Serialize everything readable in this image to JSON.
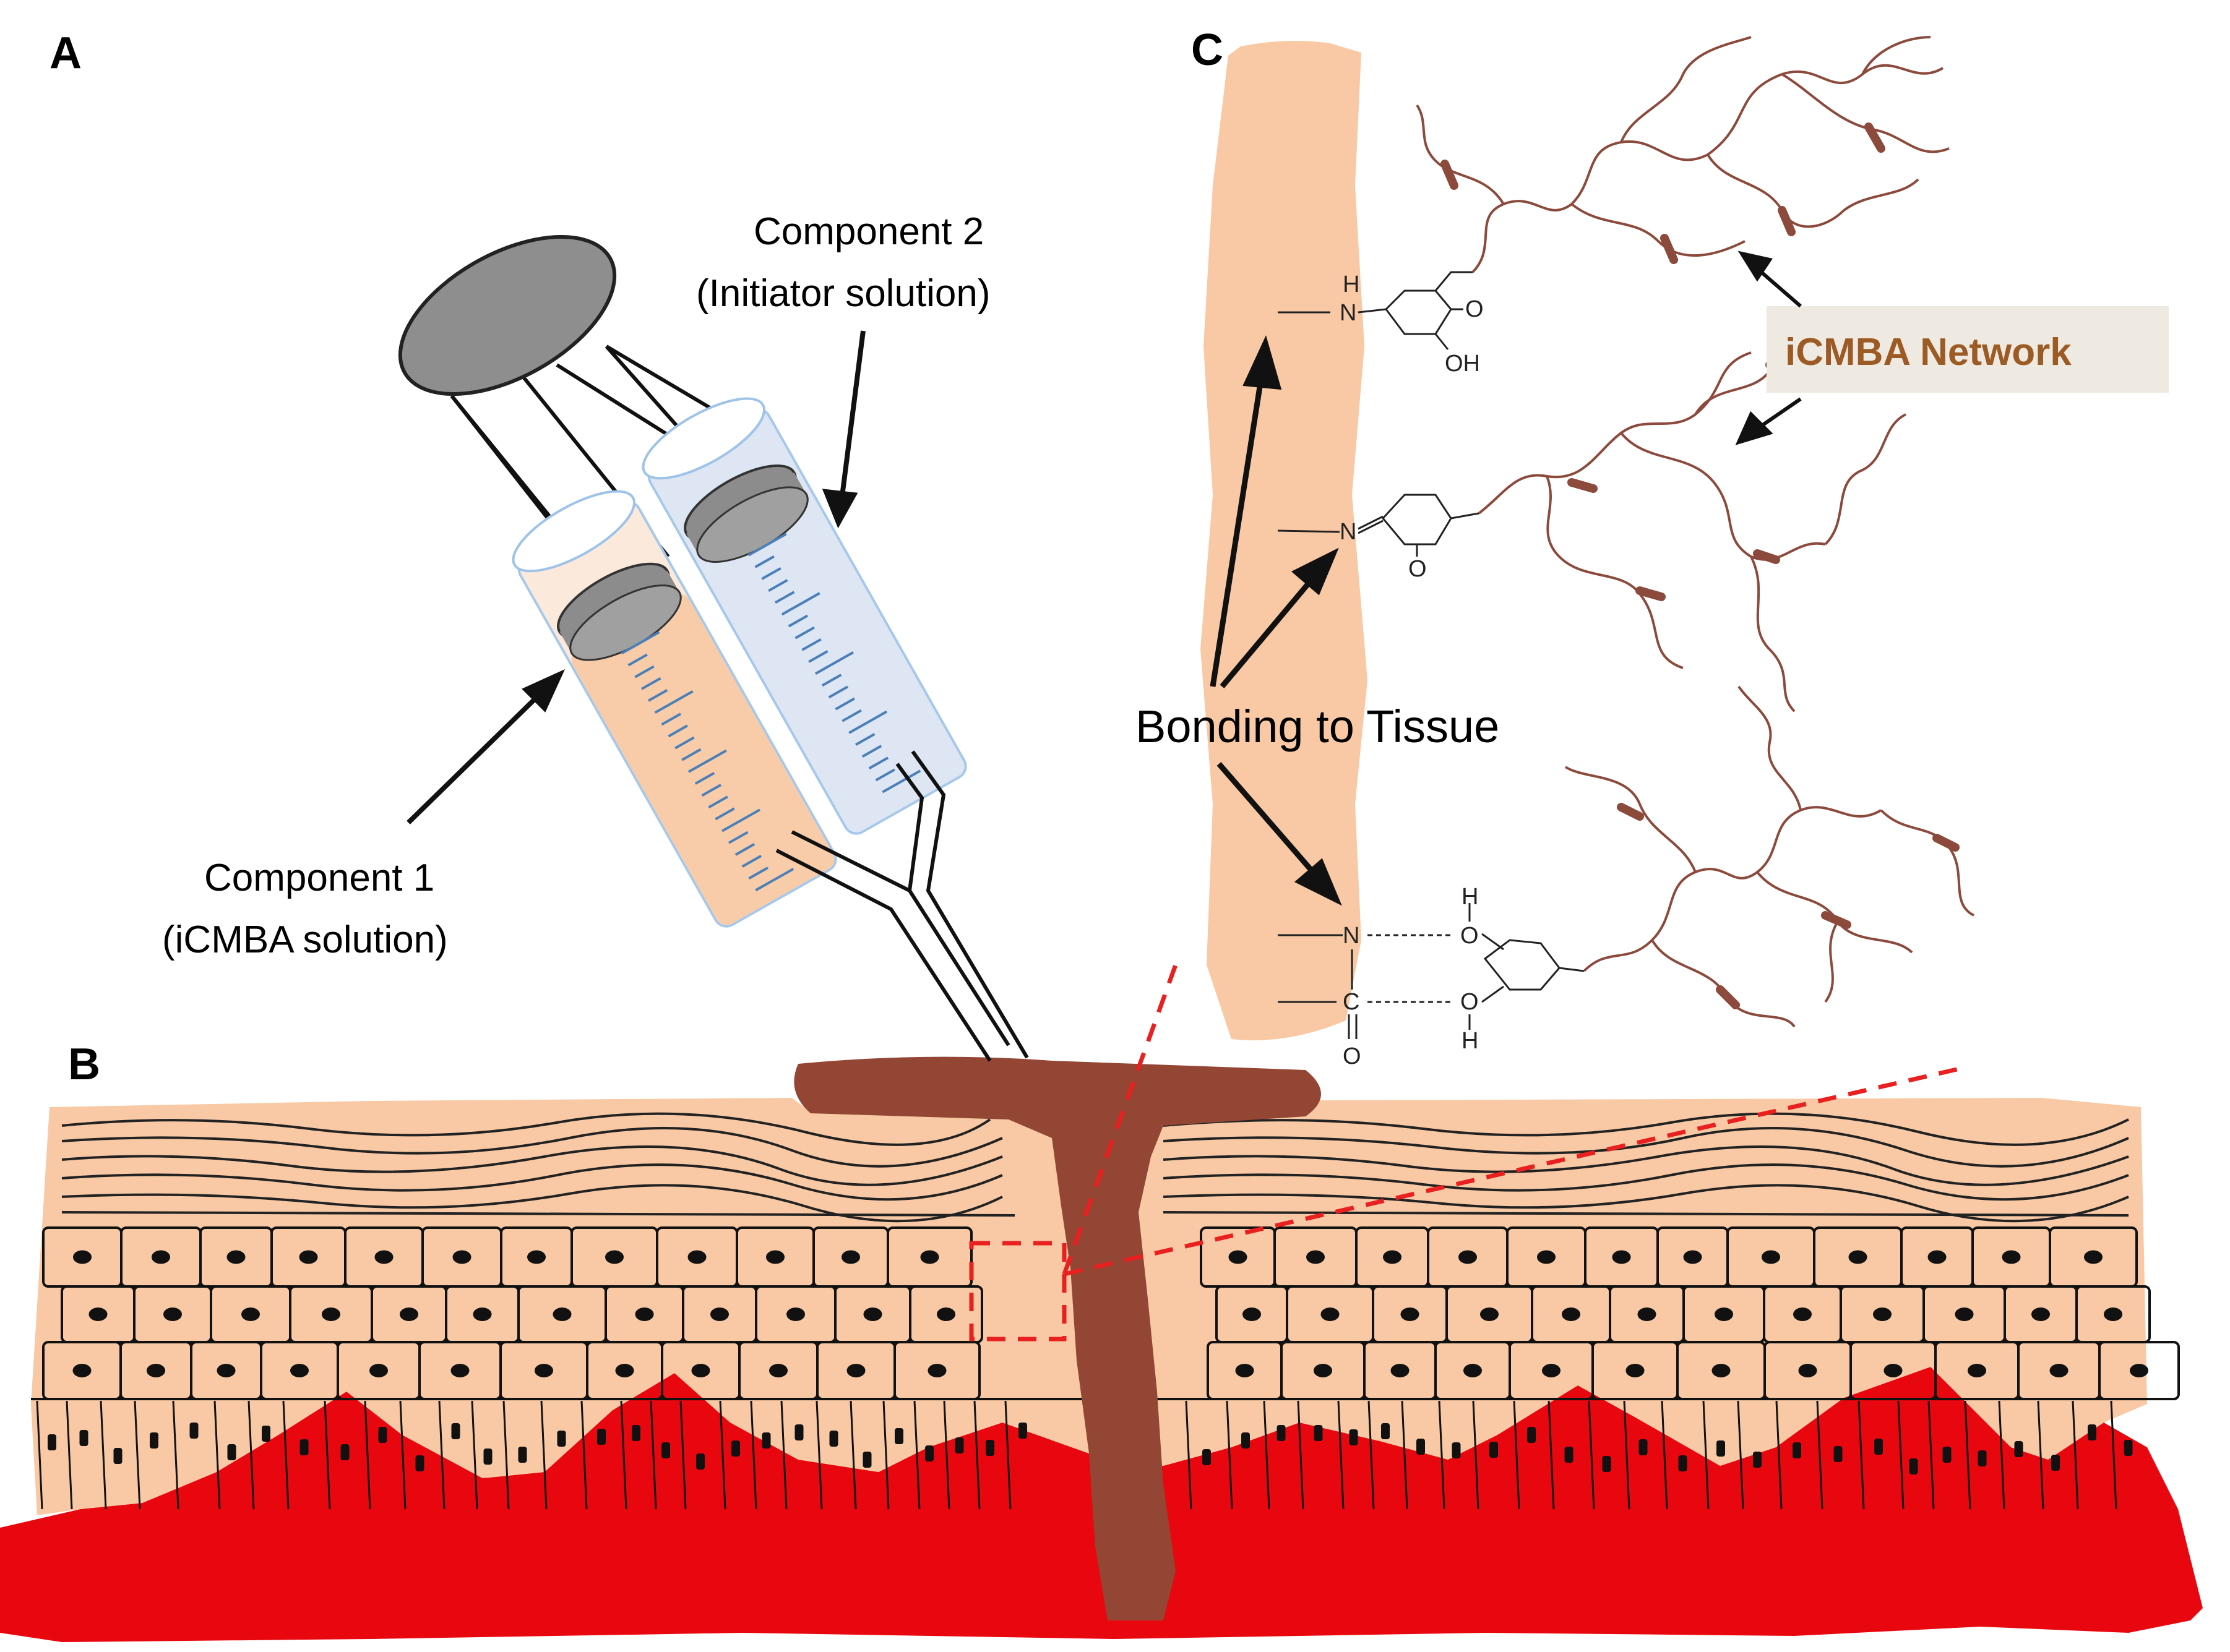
{
  "panels": {
    "a": "A",
    "b": "B",
    "c": "C"
  },
  "labels": {
    "component2_line1": "Component 2",
    "component2_line2": "(Initiator solution)",
    "component1_line1": "Component 1",
    "component1_line2": "(iCMBA solution)",
    "bonding": "Bonding to Tissue",
    "network": "iCMBA Network"
  },
  "chemistry": {
    "nh": "H",
    "n_upper": "N",
    "o_upper": "O",
    "oh_upper": "OH",
    "n_middle": "N",
    "o_middle": "O",
    "n_lower": "N",
    "c_lower": "C",
    "o_lower": "O",
    "h_top": "H",
    "o_top": "O",
    "o_bottom": "O",
    "h_bottom": "H"
  },
  "colors": {
    "skin": "#f8c9a4",
    "skin_edge": "#f3b98f",
    "glue": "#934634",
    "blood": "#e8070f",
    "network": "#8b4a3c",
    "network_label": "#9c5a24",
    "network_box": "#eeeae1",
    "dashed": "#e82020"
  }
}
